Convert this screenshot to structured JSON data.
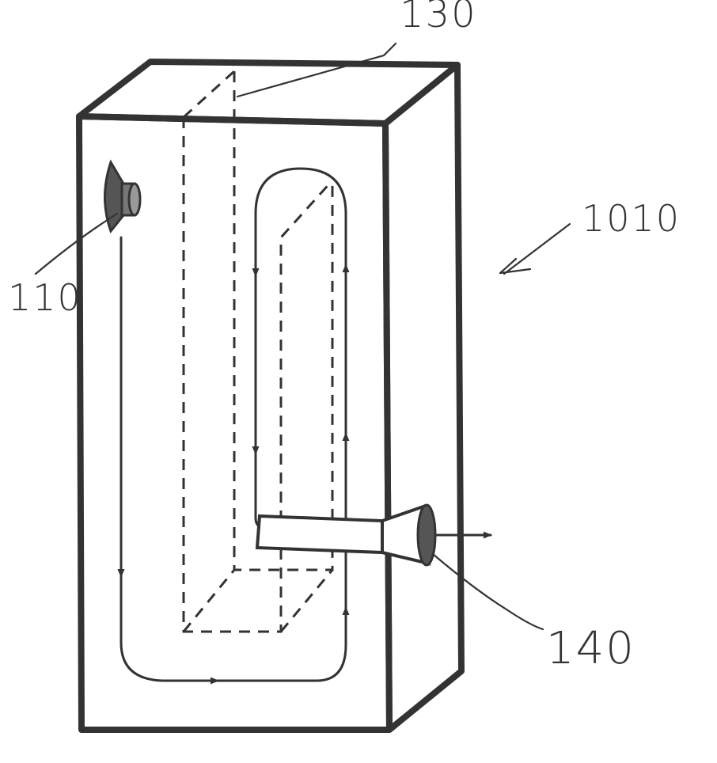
{
  "figure": {
    "labels": {
      "top_tube": "130",
      "device": "1010",
      "input_speaker": "110",
      "output_port": "140"
    },
    "colors": {
      "stroke": "#333333",
      "background": "#ffffff",
      "fill_dark": "#555555"
    }
  }
}
